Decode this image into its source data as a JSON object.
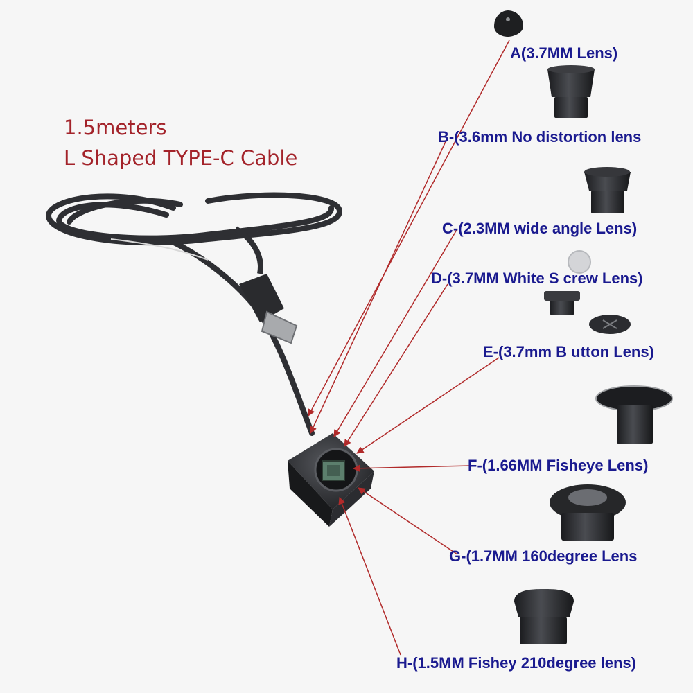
{
  "cable": {
    "length_label": "1.5meters",
    "type_label": "L Shaped TYPE-C Cable"
  },
  "lenses": [
    {
      "id": "A",
      "label": "A(3.7MM Lens)"
    },
    {
      "id": "B",
      "label": "B-(3.6mm No distortion lens"
    },
    {
      "id": "C",
      "label": "C-(2.3MM wide angle Lens)"
    },
    {
      "id": "D",
      "label": "D-(3.7MM White S crew Lens)"
    },
    {
      "id": "E",
      "label": "E-(3.7mm B utton Lens)"
    },
    {
      "id": "F",
      "label": "F-(1.66MM Fisheye Lens)"
    },
    {
      "id": "G",
      "label": "G-(1.7MM 160degree Lens"
    },
    {
      "id": "H",
      "label": "H-(1.5MM Fishey 210degree lens)"
    }
  ],
  "colors": {
    "title": "#a3232a",
    "label": "#1a1a8f",
    "arrow": "#b12a2a",
    "cable": "#2e2f33"
  }
}
